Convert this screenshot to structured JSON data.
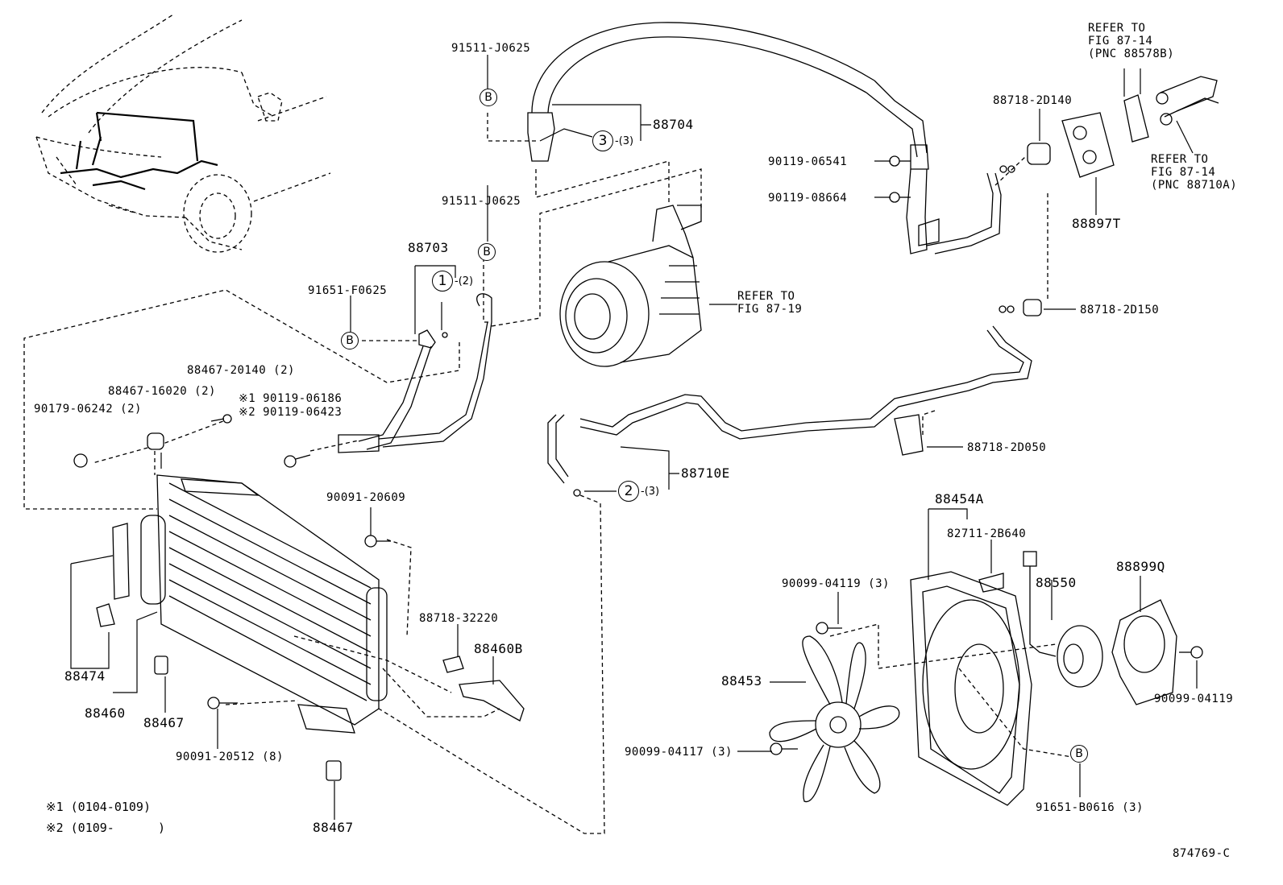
{
  "diagram_id": "874769-C",
  "parts": {
    "p88704": "88704",
    "p91511a": "91511-J0625",
    "p91511b": "91511-J0625",
    "p88703": "88703",
    "p91651f": "91651-F0625",
    "p88467_20140": "88467-20140 (2)",
    "p88467_16020": "88467-16020 (2)",
    "p90119_06186": "※1 90119-06186",
    "p90119_06423": "※2 90119-06423",
    "p90179": "90179-06242 (2)",
    "p90119_06541": "90119-06541",
    "p90119_08664": "90119-08664",
    "p88718_2d140": "88718-2D140",
    "p88897t": "88897T",
    "p88718_2d150": "88718-2D150",
    "p88718_2d050": "88718-2D050",
    "p88710e": "88710E",
    "p90091_20609": "90091-20609",
    "p88718_32220": "88718-32220",
    "p88460b": "88460B",
    "p88474": "88474",
    "p88460": "88460",
    "p88467a": "88467",
    "p88467b": "88467",
    "p90091_20512": "90091-20512 (8)",
    "p88454a": "88454A",
    "p82711": "82711-2B640",
    "p90099_04119_3": "90099-04119 (3)",
    "p88550": "88550",
    "p88899q": "88899Q",
    "p88453": "88453",
    "p90099_04119": "90099-04119",
    "p90099_04117": "90099-04117 (3)",
    "p91651_b0616": "91651-B0616 (3)"
  },
  "refs": {
    "compressor_l1": "REFER TO",
    "compressor_l2": "FIG 87-19",
    "top_l1": "REFER TO",
    "top_l2": "FIG 87-14",
    "top_l3": "(PNC 88578B)",
    "right_l1": "REFER TO",
    "right_l2": "FIG 87-14",
    "right_l3": "(PNC 88710A)"
  },
  "callouts": {
    "c1": "1",
    "c1q": "-(2)",
    "c2": "2",
    "c2q": "-(3)",
    "c3": "3",
    "c3q": "-(3)",
    "b": "B"
  },
  "notes": {
    "n1": "※1 (0104-0109)",
    "n2": "※2 (0109-      )"
  }
}
